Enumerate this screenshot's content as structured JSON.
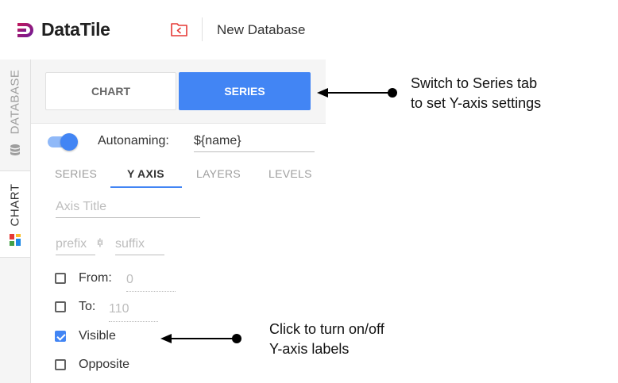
{
  "app": {
    "logo_text": "DataTile",
    "title": "New Database"
  },
  "sidebar": {
    "tabs": [
      {
        "label": "DATABASE"
      },
      {
        "label": "CHART"
      }
    ]
  },
  "panel": {
    "tabs": {
      "chart": "CHART",
      "series": "SERIES",
      "active": "SERIES"
    },
    "autonaming": {
      "label": "Autonaming:",
      "value": "${name}",
      "enabled": true
    },
    "subtabs": [
      "SERIES",
      "Y AXIS",
      "LAYERS",
      "LEVELS"
    ],
    "active_subtab": "Y AXIS",
    "yaxis": {
      "title_placeholder": "Axis Title",
      "prefix_placeholder": "prefix",
      "suffix_placeholder": "suffix",
      "from": {
        "label": "From:",
        "placeholder": "0",
        "checked": false
      },
      "to": {
        "label": "To:",
        "placeholder": "110",
        "checked": false
      },
      "visible": {
        "label": "Visible",
        "checked": true
      },
      "opposite": {
        "label": "Opposite",
        "checked": false
      }
    }
  },
  "annotations": {
    "series_tab": [
      "Switch to Series tab",
      "to set Y-axis settings"
    ],
    "visible": [
      "Click to turn on/off",
      "Y-axis labels"
    ]
  },
  "colors": {
    "accent": "#4285f4",
    "brand": "#9c1c8c"
  }
}
